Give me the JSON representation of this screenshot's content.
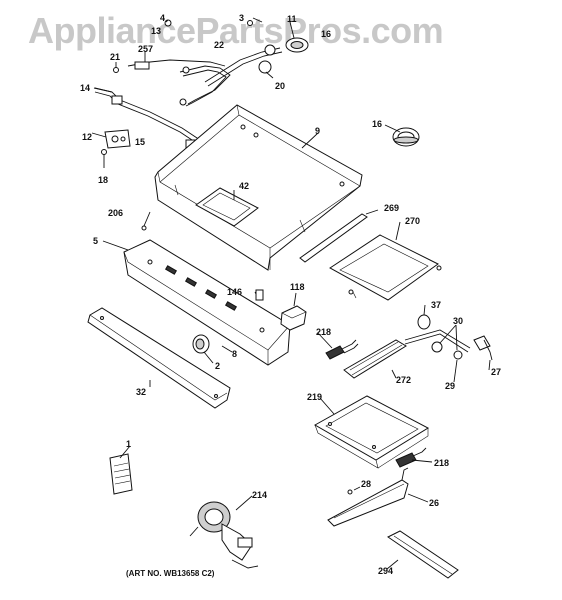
{
  "watermark": "AppliancePartsPros.com",
  "art_number": "(ART NO. WB13658 C2)",
  "part_labels": {
    "p1": "1",
    "p2": "2",
    "p3": "3",
    "p4": "4",
    "p5": "5",
    "p8": "8",
    "p9": "9",
    "p11": "11",
    "p12": "12",
    "p14": "14",
    "p15": "15",
    "p16": "16",
    "p16b": "16",
    "p18": "18",
    "p20": "20",
    "p21": "21",
    "p22": "22",
    "p26": "26",
    "p27": "27",
    "p28": "28",
    "p29": "29",
    "p30": "30",
    "p32": "32",
    "p37": "37",
    "p42": "42",
    "p118": "118",
    "p146": "146",
    "p206": "206",
    "p214": "214",
    "p218a": "218",
    "p218b": "218",
    "p219": "219",
    "p257": "257",
    "p269": "269",
    "p270": "270",
    "p272": "272",
    "p294": "294",
    "p13": "13"
  }
}
